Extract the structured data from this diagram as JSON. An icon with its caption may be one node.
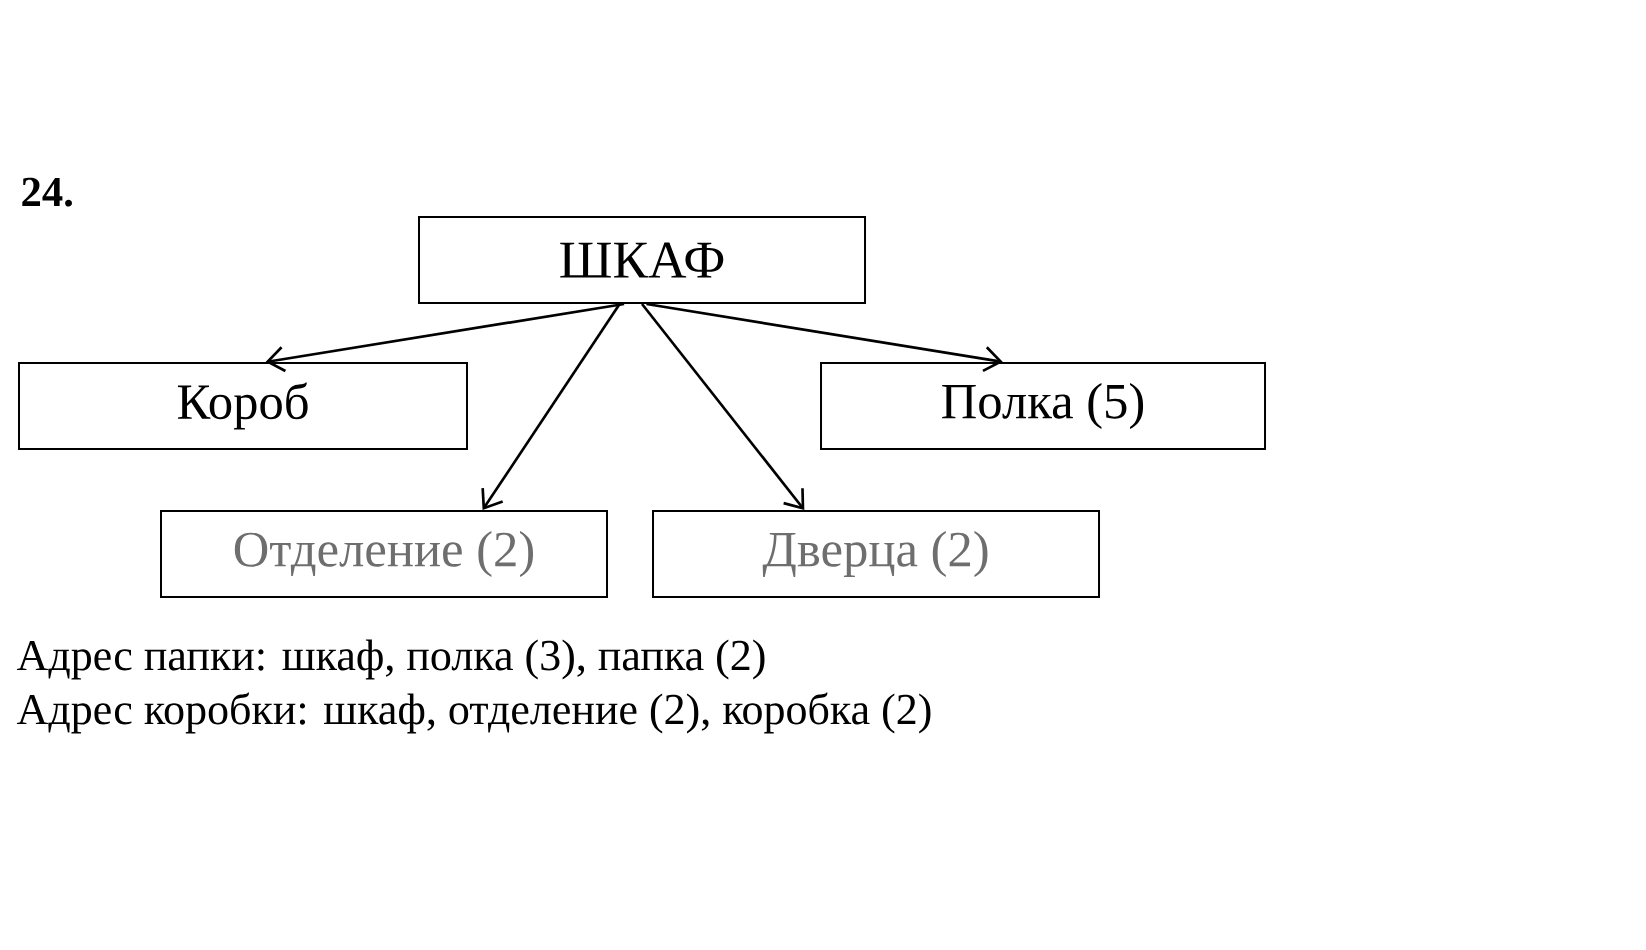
{
  "diagram": {
    "title": "24.",
    "nodes": [
      {
        "text": [
          "ШКАФ"
        ]
      },
      {
        "text": [
          "Короб"
        ]
      },
      {
        "text": [
          "Полка (5)"
        ]
      },
      {
        "text": [
          "Отделение (2)"
        ]
      },
      {
        "text": [
          "Дверца (2)"
        ]
      }
    ],
    "edges": [
      {
        "from": 0,
        "to": 1,
        "arrow": "to"
      },
      {
        "from": 0,
        "to": 3,
        "arrow": "to"
      },
      {
        "from": 0,
        "to": 4,
        "arrow": "to"
      },
      {
        "from": 0,
        "to": 2,
        "arrow": "to"
      }
    ],
    "labels": [
      "Адрес папки: шкаф, полка (3), папка (2)",
      "Адрес коробки: шкаф, отделение (2), коробка (2)"
    ]
  }
}
